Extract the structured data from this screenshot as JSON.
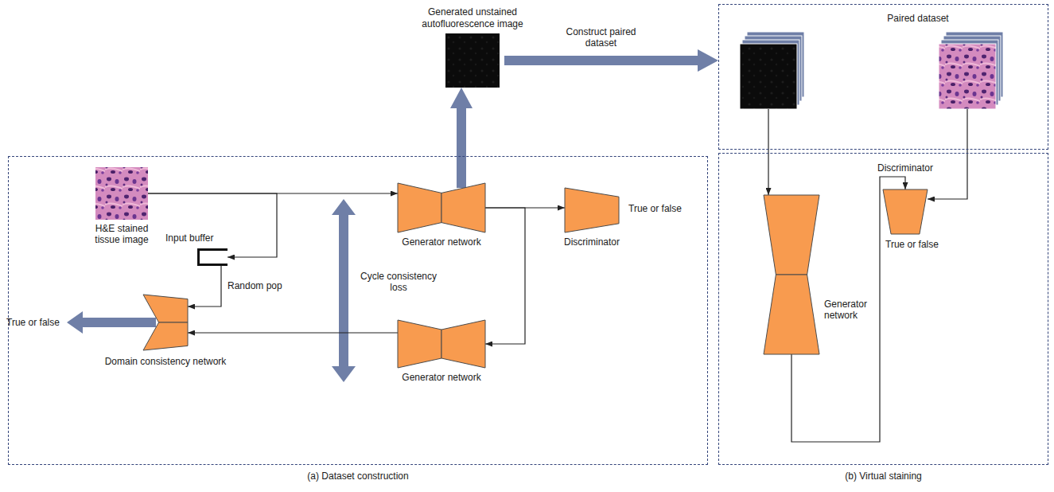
{
  "diagram": {
    "nodes": [
      {
        "text": [
          "Generated unstained autofluorescence image"
        ]
      },
      {
        "text": [
          "Paired dataset"
        ]
      },
      {
        "text": [
          "(a) Dataset construction"
        ]
      },
      {
        "text": [
          "H&E stained tissue image"
        ],
        "in": 2
      },
      {
        "text": [
          "Input buffer"
        ],
        "in": 2
      },
      {
        "text": [
          "Generator network"
        ],
        "in": 2
      },
      {
        "text": [
          "Discriminator"
        ],
        "in": 2
      },
      {
        "text": [
          "Domain consistency network"
        ],
        "in": 2
      },
      {
        "text": [
          "Generator network"
        ],
        "in": 2
      },
      {
        "text": [
          "(b) Virtual staining"
        ]
      },
      {
        "text": [
          "Generator network"
        ],
        "in": 9
      },
      {
        "text": [
          "Discriminator"
        ],
        "in": 9
      }
    ],
    "edges": [
      {
        "from": 3,
        "to": 5,
        "arrow": "to"
      },
      {
        "from": 3,
        "to": 4,
        "arrow": "to"
      },
      {
        "from": 4,
        "to": 7,
        "arrow": "to",
        "label": "Random pop"
      },
      {
        "from": 5,
        "to": 6,
        "arrow": "to"
      },
      {
        "from": 5,
        "to": 8,
        "arrow": "to"
      },
      {
        "from": 8,
        "to": 7,
        "arrow": "to"
      },
      {
        "from": 5,
        "to": 0,
        "arrow": "to"
      },
      {
        "from": 0,
        "to": 1,
        "arrow": "to",
        "label": "Construct paired dataset"
      },
      {
        "from": 1,
        "to": 10,
        "arrow": "to"
      },
      {
        "from": 1,
        "to": 11,
        "arrow": "to"
      },
      {
        "from": 10,
        "to": 11,
        "arrow": "to"
      }
    ],
    "labels": [
      "True or false",
      "Cycle consistency loss",
      "True or false",
      "True or false"
    ]
  }
}
